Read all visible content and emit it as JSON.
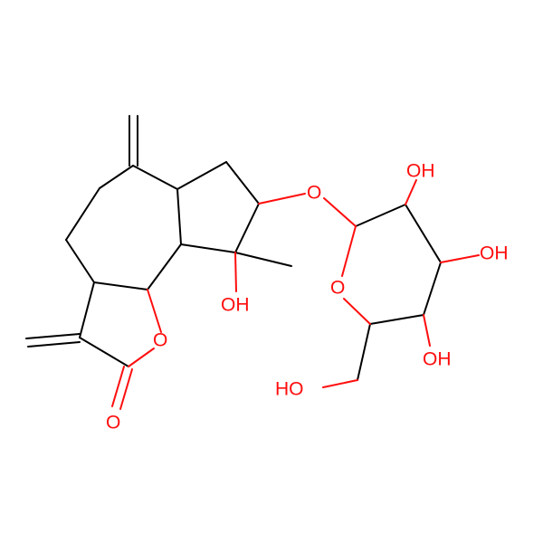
{
  "molecule": {
    "atom_color_oxygen": "#ff0d0d",
    "bond_color": "#000000",
    "background": "#ffffff",
    "labels": {
      "oh_c10": "OH",
      "o_glycosidic": "O",
      "oh_c2": "OH",
      "oh_c3": "OH",
      "oh_c4": "OH",
      "o_ring_sugar": "O",
      "ho_c6": "HO",
      "o_lactone_ring": "O",
      "o_carbonyl": "O"
    }
  }
}
